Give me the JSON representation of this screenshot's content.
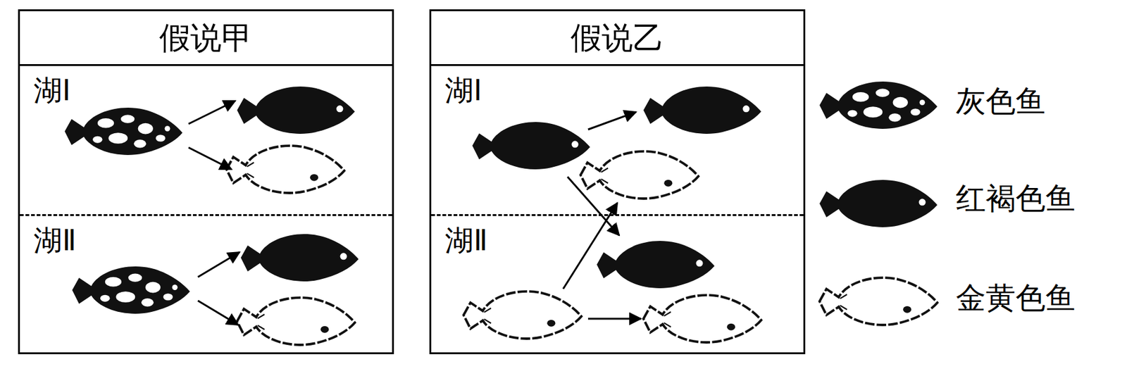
{
  "diagram": {
    "nodes": [
      {
        "text": [
          "假说甲"
        ]
      },
      {
        "text": [
          "湖Ⅰ"
        ],
        "in": 0
      },
      {
        "text": [
          "湖Ⅱ"
        ],
        "in": 0
      },
      {
        "text": [
          "假说乙"
        ]
      },
      {
        "text": [
          "湖Ⅰ"
        ],
        "in": 3
      },
      {
        "text": [
          "湖Ⅱ"
        ],
        "in": 3
      }
    ],
    "legend": [
      {
        "text": "灰色鱼"
      },
      {
        "text": "红褐色鱼"
      },
      {
        "text": "金黄色鱼"
      }
    ]
  }
}
